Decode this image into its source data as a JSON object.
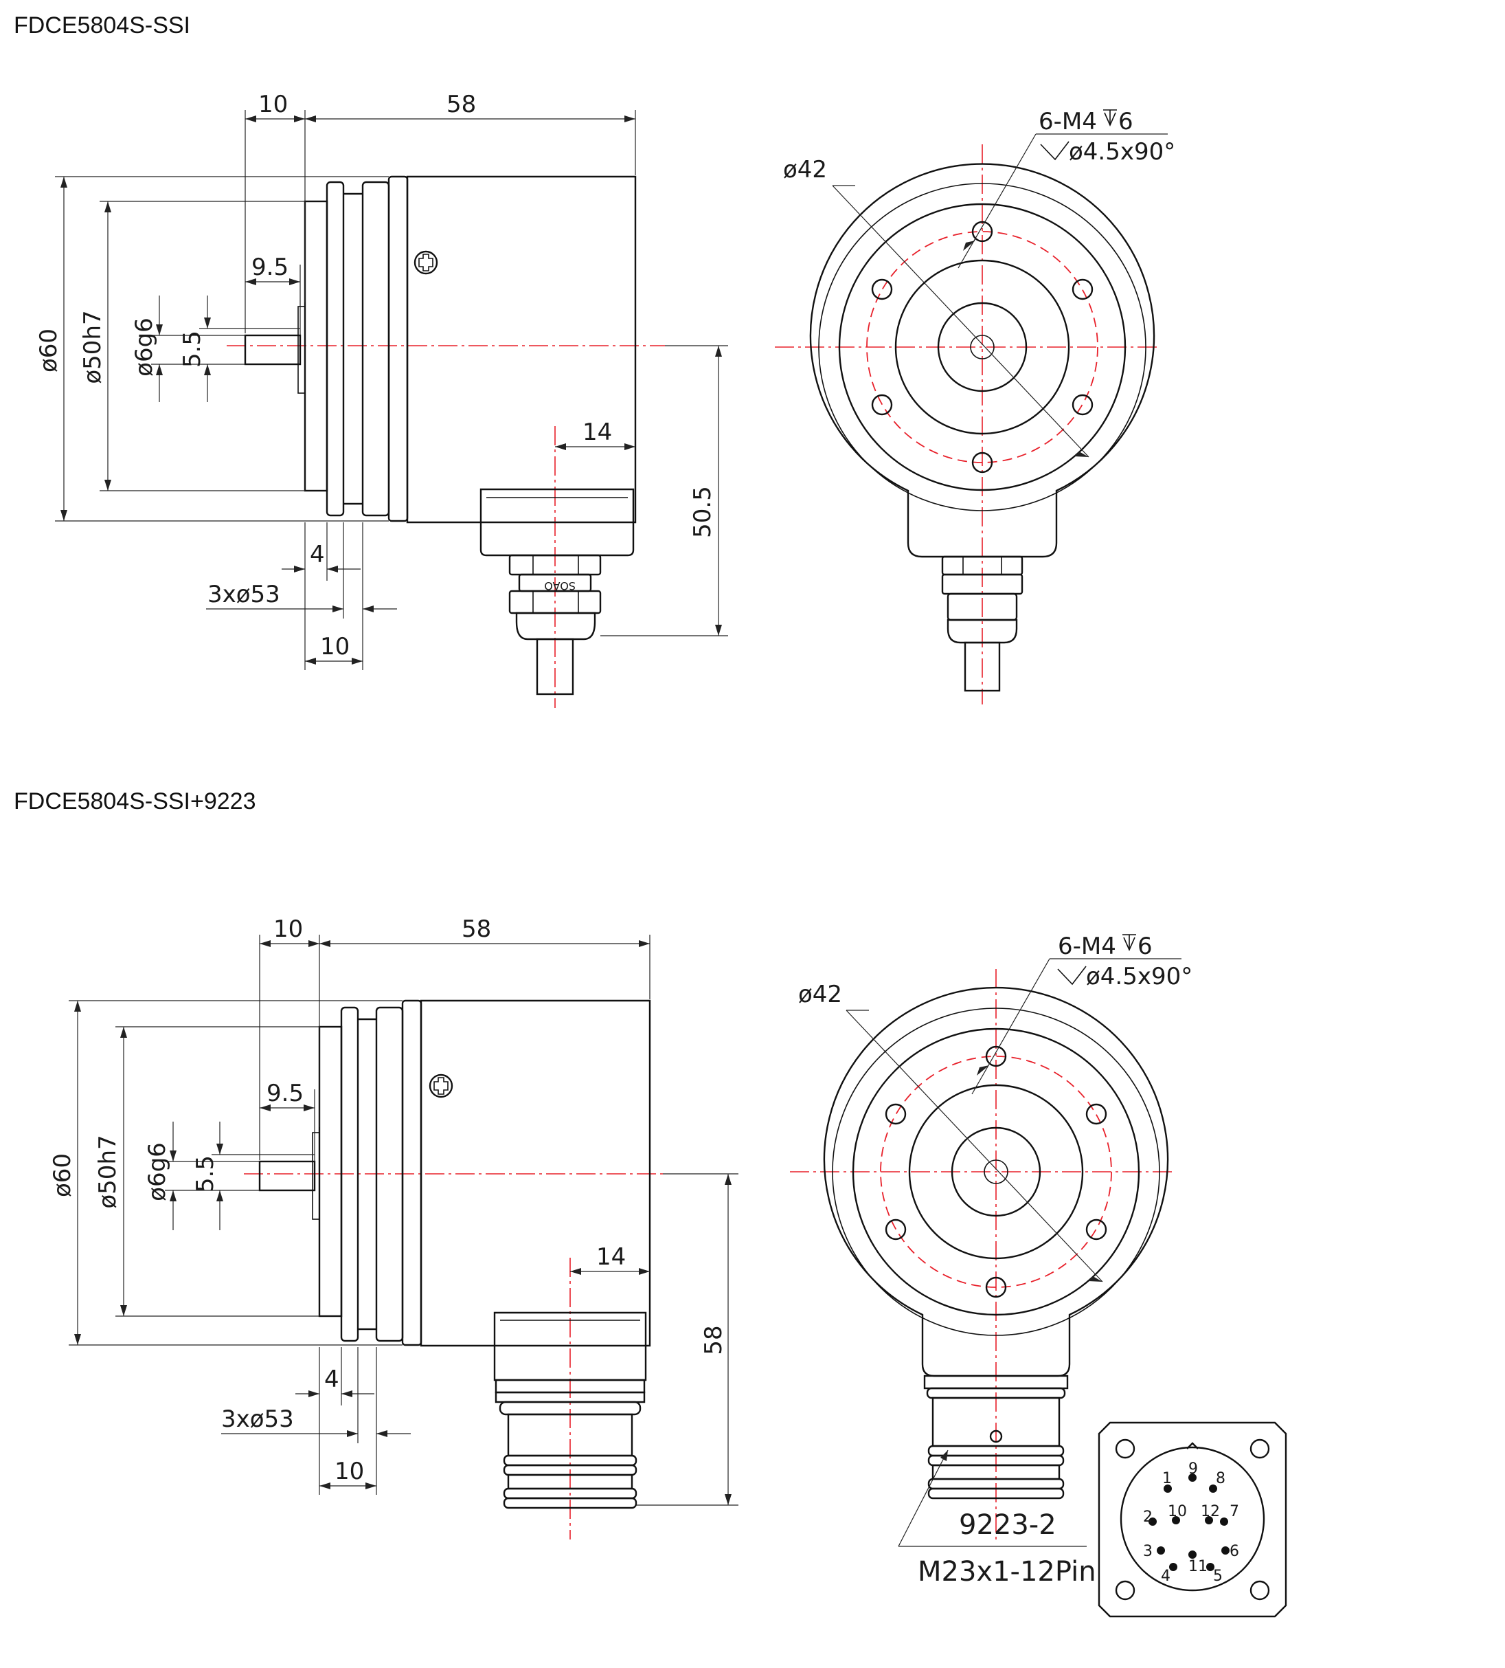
{
  "drawings": [
    {
      "title": "FDCE5804S-SSI",
      "side_labels": {
        "shaft_length": "10",
        "body_length": "58",
        "diameter_body": "ø60",
        "diameter_spigot": "ø50h7",
        "diameter_shaft": "ø6g6",
        "flat": "5.5",
        "flat_length": "9.5",
        "connector_offset": "14",
        "flange_thickness": "4",
        "holes": "3xø53",
        "flange_length": "10",
        "connector_height": "50.5"
      },
      "front_labels": {
        "holes": "6-M4",
        "hole_depth": "6",
        "countersink": "ø4.5x90°",
        "pcd": "ø42"
      },
      "gland_marking": "SOAO"
    },
    {
      "title": "FDCE5804S-SSI+9223",
      "side_labels": {
        "shaft_length": "10",
        "body_length": "58",
        "diameter_body": "ø60",
        "diameter_spigot": "ø50h7",
        "diameter_shaft": "ø6g6",
        "flat": "5.5",
        "flat_length": "9.5",
        "connector_offset": "14",
        "flange_thickness": "4",
        "holes": "3xø53",
        "flange_length": "10",
        "connector_height": "58"
      },
      "front_labels": {
        "holes": "6-M4",
        "hole_depth": "6",
        "countersink": "ø4.5x90°",
        "pcd": "ø42"
      },
      "connector": {
        "model": "9223-2",
        "spec": "M23x1-12Pin",
        "pins": [
          "1",
          "2",
          "3",
          "4",
          "5",
          "6",
          "7",
          "8",
          "9",
          "10",
          "11",
          "12"
        ]
      }
    }
  ],
  "colors": {
    "outline": "#111111",
    "centerline": "#e8202a",
    "background": "#ffffff"
  }
}
